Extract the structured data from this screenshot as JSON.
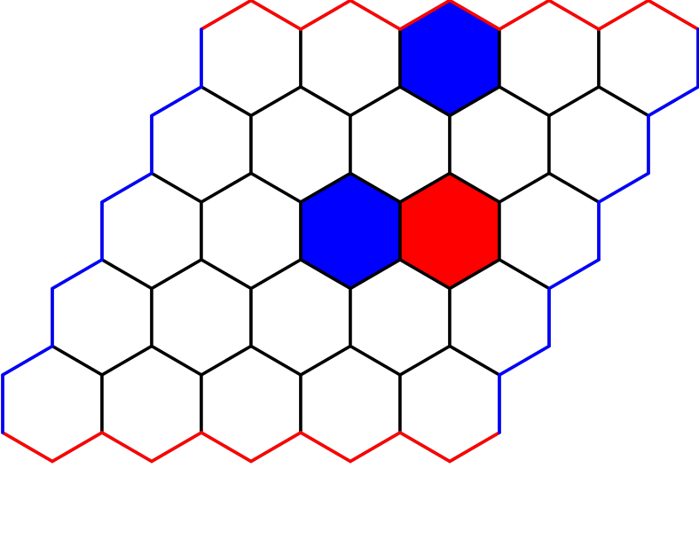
{
  "game": {
    "type": "hex",
    "board_size": 5,
    "colors": {
      "background": "#ffffff",
      "empty_cell": "#ffffff",
      "grid_line": "#000000",
      "red": "#ff0000",
      "blue": "#0000ff"
    },
    "borders": {
      "top": "red",
      "bottom": "red",
      "left": "blue",
      "right": "blue"
    },
    "cells": [
      [
        "empty",
        "empty",
        "blue",
        "empty",
        "empty"
      ],
      [
        "empty",
        "empty",
        "empty",
        "empty",
        "empty"
      ],
      [
        "empty",
        "empty",
        "blue",
        "red",
        "empty"
      ],
      [
        "empty",
        "empty",
        "empty",
        "empty",
        "empty"
      ],
      [
        "empty",
        "empty",
        "empty",
        "empty",
        "empty"
      ]
    ]
  }
}
